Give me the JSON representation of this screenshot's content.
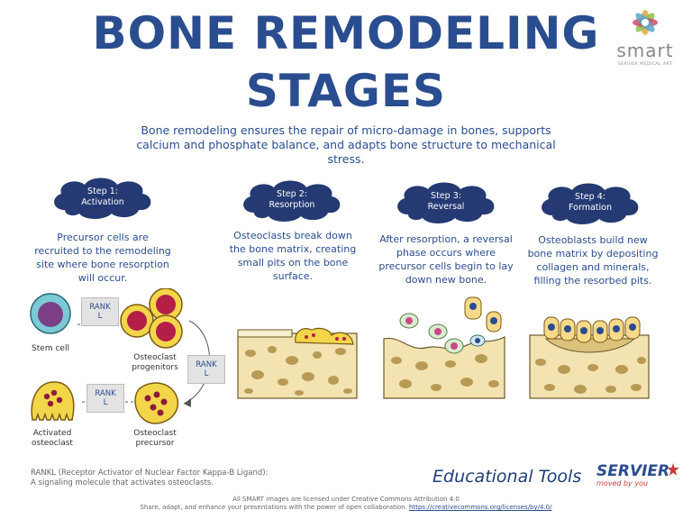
{
  "title": {
    "line1": "BONE REMODELING",
    "line2": "STAGES"
  },
  "intro": "Bone remodeling ensures the repair of micro-damage in bones, supports calcium and phosphate balance, and adapts bone structure to mechanical stress.",
  "steps": [
    {
      "step": "Step 1:",
      "name": "Activation",
      "desc": "Precursor cells are recruited to the remodeling site where bone resorption will occur."
    },
    {
      "step": "Step 2:",
      "name": "Resorption",
      "desc": "Osteoclasts break down the bone matrix, creating small pits on the bone surface."
    },
    {
      "step": "Step 3:",
      "name": "Reversal",
      "desc": "After resorption, a reversal phase occurs where precursor cells begin to lay down new bone."
    },
    {
      "step": "Step 4:",
      "name": "Formation",
      "desc": "Osteoblasts build new bone matrix by depositing collagen and minerals, filling the resorbed pits."
    }
  ],
  "cycle": {
    "stem_cell": "Stem cell",
    "progenitors": [
      "Osteoclast",
      "progenitors"
    ],
    "precursor": [
      "Osteoclast",
      "precursor"
    ],
    "activated": [
      "Activated",
      "osteoclast"
    ],
    "rankl_line1": "RANK",
    "rankl_line2": "L"
  },
  "footnote": {
    "line1": "RANKL (Receptor Activator of Nuclear Factor Kappa-B Ligand):",
    "line2": "A signaling molecule that activates osteoclasts."
  },
  "license": {
    "line1": "All SMART images are licensed under Creative Commons Attribution 4.0",
    "line2_text": "Share, adapt, and enhance your presentations with the power of open collaboration.",
    "link": "https://creativecommons.org/licenses/by/4.0/"
  },
  "branding": {
    "educational_tools": "Educational Tools",
    "servier": "SERVIER",
    "moved_by_you": "moved by you",
    "smart": "smart",
    "smart_sub": "SERVIER MEDICAL ART"
  },
  "colors": {
    "title_blue": "#2a4d8f",
    "cloud_navy": "#253a73",
    "bone_beige": "#f3e3b1",
    "bone_spot": "#a88a45",
    "osteoclast_yellow": "#f3d54a",
    "osteoclast_crimson": "#b31f48",
    "stem_cell_teal": "#7cc9d6",
    "stem_cell_purple": "#7a3f87"
  }
}
